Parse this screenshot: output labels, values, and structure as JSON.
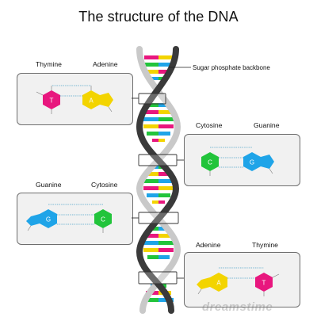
{
  "title": "The structure of the DNA",
  "backbone_label": "Sugar phosphate backbone",
  "watermark": "dreamstime",
  "colors": {
    "thymine": "#e8177e",
    "adenine": "#f3d400",
    "cytosine": "#22c43b",
    "guanine": "#1fa4e8",
    "backbone_dark": "#3a3a3a",
    "backbone_light": "#c9c9c9",
    "panel_fill": "#f1f1f1",
    "panel_border": "#6e6e6e",
    "hbond": "#4fa3c8"
  },
  "pairs": [
    {
      "left_label": "Thymine",
      "right_label": "Adenine",
      "left_letter": "T",
      "right_letter": "A"
    },
    {
      "left_label": "Cytosine",
      "right_label": "Guanine",
      "left_letter": "C",
      "right_letter": "G"
    },
    {
      "left_label": "Guanine",
      "right_label": "Cytosine",
      "left_letter": "G",
      "right_letter": "C"
    },
    {
      "left_label": "Adenine",
      "right_label": "Thymine",
      "left_letter": "A",
      "right_letter": "T"
    }
  ]
}
